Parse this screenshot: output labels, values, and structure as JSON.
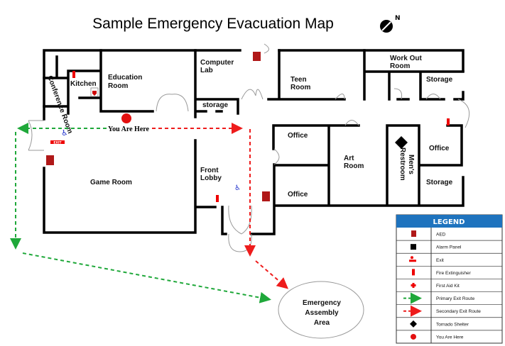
{
  "title": "Sample Emergency Evacuation Map",
  "compass": {
    "label": "N",
    "icon": "north-compass-icon"
  },
  "rooms": {
    "kitchen": "Kitchen",
    "conference": "Conference Room",
    "education": [
      "Education",
      "Room"
    ],
    "computer_lab": [
      "Computer",
      "Lab"
    ],
    "storage_small": "storage",
    "teen": [
      "Teen",
      "Room"
    ],
    "workout": [
      "Work Out",
      "Room"
    ],
    "storage_top": "Storage",
    "office_1": "Office",
    "office_2": "Office",
    "art": [
      "Art",
      "Room"
    ],
    "restroom": [
      "Men's",
      "Restroom"
    ],
    "office_3": "Office",
    "storage_bottom": "Storage",
    "game": "Game Room",
    "lobby": [
      "Front",
      "Lobby"
    ]
  },
  "you_are_here": "You Are Here",
  "exit_sign": "EXIT",
  "assembly": [
    "Emergency",
    "Assembly",
    "Area"
  ],
  "colors": {
    "primary_route": "#1fa83a",
    "secondary_route": "#ee1c1c",
    "legend_header": "#1e73be",
    "marker": "#e31010"
  },
  "legend": {
    "title": "LEGEND",
    "items": [
      {
        "icon": "aed-icon",
        "label": "AED"
      },
      {
        "icon": "alarm-panel-icon",
        "label": "Alarm Panel"
      },
      {
        "icon": "exit-icon",
        "label": "Exit"
      },
      {
        "icon": "fire-extinguisher-icon",
        "label": "Fire Extinguisher"
      },
      {
        "icon": "first-aid-icon",
        "label": "First Aid Kit"
      },
      {
        "icon": "green-arrow-icon",
        "label": "Primary Exit Route"
      },
      {
        "icon": "red-arrow-icon",
        "label": "Secondary Exit Route"
      },
      {
        "icon": "tornado-shelter-icon",
        "label": "Tornado Shelter"
      },
      {
        "icon": "red-dot-icon",
        "label": "You Are Here"
      }
    ]
  }
}
